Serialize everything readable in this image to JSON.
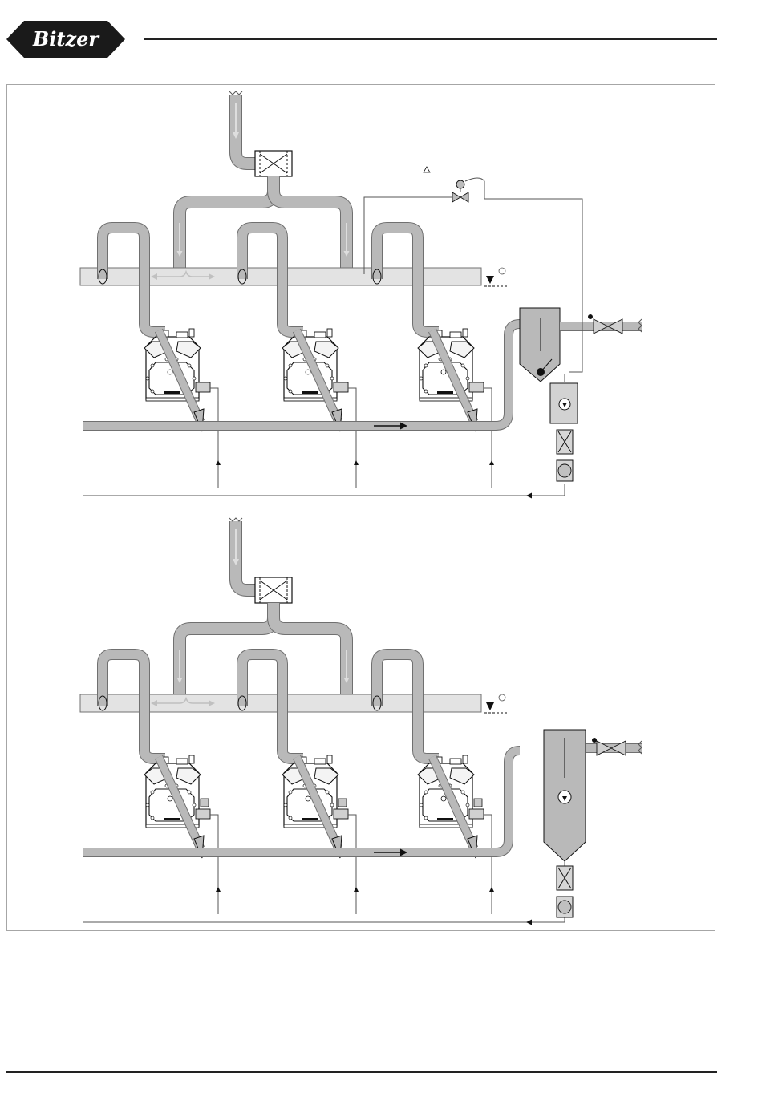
{
  "header": {
    "logo_text": "Bitzer"
  },
  "colors": {
    "pipe_fill": "#b9b9b9",
    "pipe_outline": "#707070",
    "header_fill": "#e3e3e3",
    "flow_arrow": "#dedede",
    "line": "#555555",
    "dark": "#111111",
    "frame": "#a6a6a6"
  },
  "diagrams": [
    {
      "name": "diagram-top",
      "separate_pump": true,
      "level_switches": false
    },
    {
      "name": "diagram-bottom",
      "separate_pump": false,
      "level_switches": true
    }
  ]
}
